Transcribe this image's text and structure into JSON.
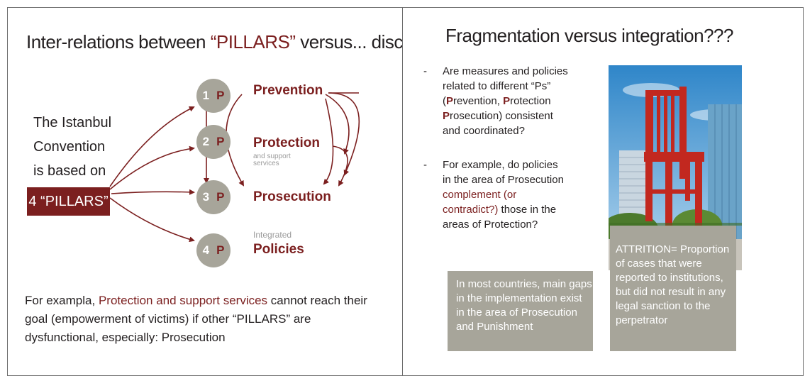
{
  "left_slide": {
    "title_part1": "Inter-relations between ",
    "title_highlight": "“PILLARS”",
    "title_part2": " versus... disconnection",
    "intro_lines": [
      "The Istanbul",
      "Convention",
      "is based on"
    ],
    "pillars_box": "4 “PILLARS”",
    "pillars": [
      {
        "num": "1",
        "letter": "P",
        "label": "Prevention",
        "sublabel_above": "",
        "sublabel_below": ""
      },
      {
        "num": "2",
        "letter": "P",
        "label": "Protection",
        "sublabel_above": "",
        "sublabel_below": "and support services"
      },
      {
        "num": "3",
        "letter": "P",
        "label": "Prosecution",
        "sublabel_above": "",
        "sublabel_below": ""
      },
      {
        "num": "4",
        "letter": "P",
        "label": "Policies",
        "sublabel_above": "Integrated",
        "sublabel_below": ""
      }
    ],
    "bottom_part1": "For exampla, ",
    "bottom_highlight": "Protection and support services",
    "bottom_part2": " cannot reach their goal (empowerment of victims) if other “PILLARS” are dysfunctional, especially: Prosecution",
    "colors": {
      "accent": "#7b1f1f",
      "circle": "#a7a59a"
    }
  },
  "right_slide": {
    "title": "Fragmentation versus integration???",
    "bullet1": {
      "dash": "-",
      "line1": "Are measures and policies",
      "line2": "related to different “Ps”",
      "line3_open": "(",
      "p1_letter": "P",
      "p1_rest": "revention, ",
      "p2_letter": "P",
      "p2_rest": "rotection",
      "p3_letter": "P",
      "p3_rest": "rosecution) consistent",
      "line5": "and coordinated?"
    },
    "bullet2": {
      "dash": "-",
      "line1": "For example, do policies",
      "line2": "in the area of Prosecution",
      "highlight1": "complement (or",
      "highlight2": "contradict?)",
      "line4_rest": " those in the",
      "line5": "areas of Protection?"
    },
    "box_left": [
      "In most countries, main gaps",
      "in the implementation exist",
      "in the area of Prosecution",
      "and Punishment"
    ],
    "box_right": [
      "ATTRITION= Proportion",
      "of cases that were",
      "reported to institutions,",
      "but did not result in any",
      "legal sanction to the",
      "perpetrator"
    ],
    "photo_icon": "broken-chair-photo"
  }
}
